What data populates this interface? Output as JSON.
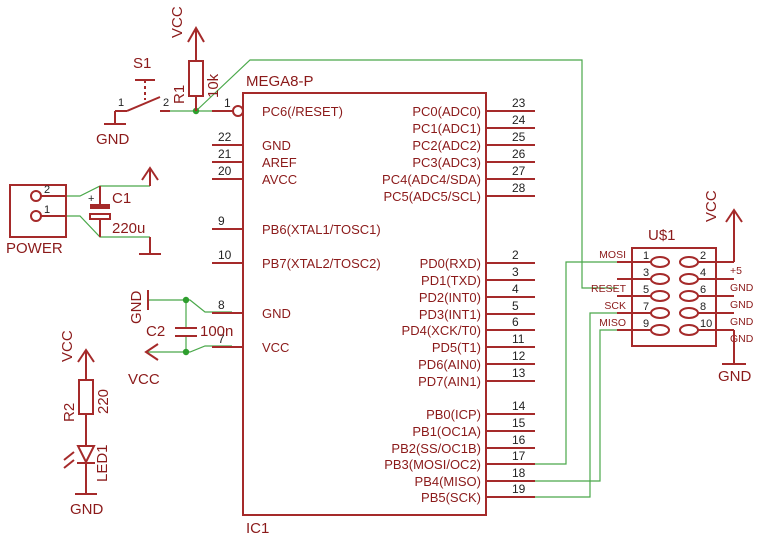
{
  "ic1": {
    "part": "MEGA8-P",
    "name": "IC1",
    "left_pins": [
      {
        "num": "1",
        "name": "PC6(/RESET)"
      },
      {
        "num": "22",
        "name": "GND"
      },
      {
        "num": "21",
        "name": "AREF"
      },
      {
        "num": "20",
        "name": "AVCC"
      },
      {
        "num": "9",
        "name": "PB6(XTAL1/TOSC1)"
      },
      {
        "num": "10",
        "name": "PB7(XTAL2/TOSC2)"
      },
      {
        "num": "8",
        "name": "GND"
      },
      {
        "num": "7",
        "name": "VCC"
      }
    ],
    "right_pins": [
      {
        "num": "23",
        "name": "PC0(ADC0)"
      },
      {
        "num": "24",
        "name": "PC1(ADC1)"
      },
      {
        "num": "25",
        "name": "PC2(ADC2)"
      },
      {
        "num": "26",
        "name": "PC3(ADC3)"
      },
      {
        "num": "27",
        "name": "PC4(ADC4/SDA)"
      },
      {
        "num": "28",
        "name": "PC5(ADC5/SCL)"
      },
      {
        "num": "2",
        "name": "PD0(RXD)"
      },
      {
        "num": "3",
        "name": "PD1(TXD)"
      },
      {
        "num": "4",
        "name": "PD2(INT0)"
      },
      {
        "num": "5",
        "name": "PD3(INT1)"
      },
      {
        "num": "6",
        "name": "PD4(XCK/T0)"
      },
      {
        "num": "11",
        "name": "PD5(T1)"
      },
      {
        "num": "12",
        "name": "PD6(AIN0)"
      },
      {
        "num": "13",
        "name": "PD7(AIN1)"
      },
      {
        "num": "14",
        "name": "PB0(ICP)"
      },
      {
        "num": "15",
        "name": "PB1(OC1A)"
      },
      {
        "num": "16",
        "name": "PB2(SS/OC1B)"
      },
      {
        "num": "17",
        "name": "PB3(MOSI/OC2)"
      },
      {
        "num": "18",
        "name": "PB4(MISO)"
      },
      {
        "num": "19",
        "name": "PB5(SCK)"
      }
    ]
  },
  "components": {
    "s1": "S1",
    "s1_pin1": "1",
    "s1_pin2": "2",
    "r1": "R1",
    "r1_value": "10k",
    "c1": "C1",
    "c1_value": "220u",
    "c2": "C2",
    "c2_value": "100n",
    "power": "POWER",
    "power_pin2": "2",
    "power_pin1": "1",
    "r2": "R2",
    "r2_value": "220",
    "led": "LED1"
  },
  "nets": {
    "vcc": "VCC",
    "gnd": "GND"
  },
  "header": {
    "name": "U$1",
    "rows": [
      {
        "left_sig": "MOSI",
        "left": "1",
        "right": "2",
        "right_sig": "+5"
      },
      {
        "left_sig": "",
        "left": "3",
        "right": "4",
        "right_sig": "GND"
      },
      {
        "left_sig": "RESET",
        "left": "5",
        "right": "6",
        "right_sig": "GND"
      },
      {
        "left_sig": "SCK",
        "left": "7",
        "right": "8",
        "right_sig": "GND"
      },
      {
        "left_sig": "MISO",
        "left": "9",
        "right": "10",
        "right_sig": "GND"
      }
    ]
  }
}
